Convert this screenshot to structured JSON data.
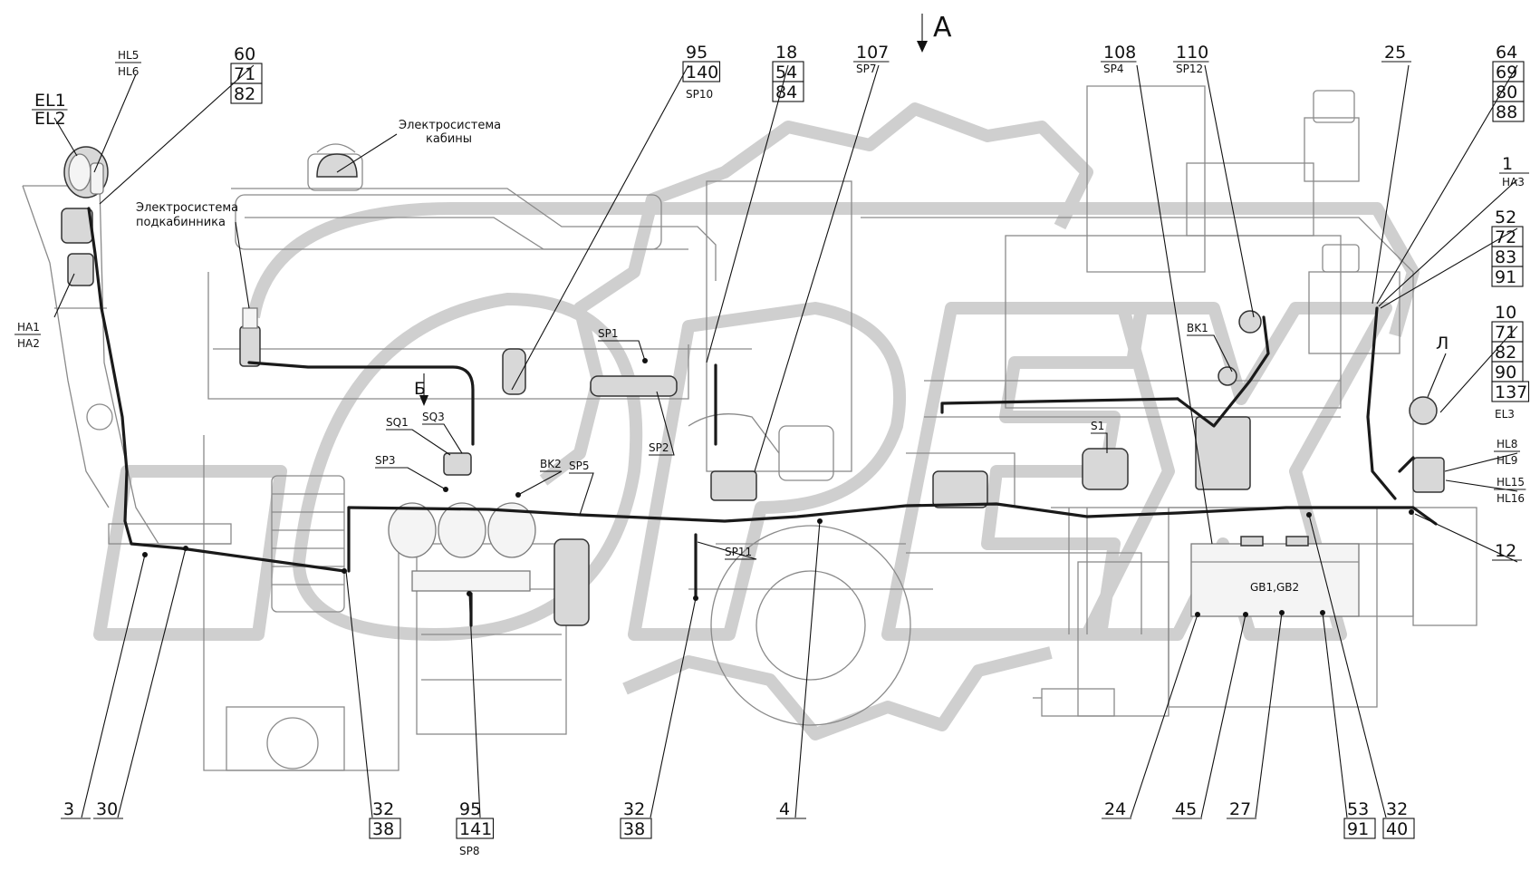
{
  "view_marks": {
    "view_a": "А",
    "view_b": "Б",
    "view_l": "Л"
  },
  "system_labels": {
    "cab_line1": "Электросистема",
    "cab_line2": "кабины",
    "subcab_line1": "Электросистема",
    "subcab_line2": "подкабинника"
  },
  "parts": {
    "p_el": [
      "EL1",
      "EL2"
    ],
    "p_hl56": [
      "HL5",
      "HL6"
    ],
    "p_ha12": [
      "HA1",
      "HA2"
    ],
    "p_60": [
      "60",
      "71",
      "82"
    ],
    "p_95_140": [
      "95",
      "140",
      "SP10"
    ],
    "p_18": [
      "18",
      "54",
      "84"
    ],
    "p_107": [
      "107",
      "SP7"
    ],
    "p_108": [
      "108",
      "SP4"
    ],
    "p_110": [
      "110",
      "SP12"
    ],
    "p_25": [
      "25"
    ],
    "p_64": [
      "64",
      "69",
      "80",
      "88"
    ],
    "p_1": [
      "1",
      "HA3"
    ],
    "p_52": [
      "52",
      "72",
      "83",
      "91"
    ],
    "p_10": [
      "10",
      "71",
      "82",
      "90",
      "137",
      "EL3"
    ],
    "p_hl89": [
      "HL8",
      "HL9"
    ],
    "p_hl1516": [
      "HL15",
      "HL16"
    ],
    "p_12": [
      "12"
    ],
    "b_3": [
      "3"
    ],
    "b_30": [
      "30"
    ],
    "b_32a": [
      "32",
      "38"
    ],
    "b_95_141": [
      "95",
      "141",
      "SP8"
    ],
    "b_32b": [
      "32",
      "38"
    ],
    "b_4": [
      "4"
    ],
    "b_24": [
      "24"
    ],
    "b_45": [
      "45"
    ],
    "b_27": [
      "27"
    ],
    "b_53": [
      "53",
      "91"
    ],
    "b_32c": [
      "32",
      "40"
    ]
  },
  "node_labels": {
    "sp1": "SP1",
    "sp2": "SP2",
    "sp3": "SP3",
    "sp5": "SP5",
    "sp11": "SP11",
    "sq1": "SQ1",
    "sq3": "SQ3",
    "bk1": "BK1",
    "bk2": "BK2",
    "s1": "S1",
    "gb": "GB1,GB2"
  },
  "icons": {
    "headlight": "headlight-icon",
    "beacon": "beacon-icon",
    "battery": "battery-icon",
    "reservoir": "air-reservoir-icon",
    "starter": "starter-icon"
  },
  "colors": {
    "line": "#111111",
    "drawing": "#8a8a8a",
    "watermark": "#cfcfcf"
  }
}
